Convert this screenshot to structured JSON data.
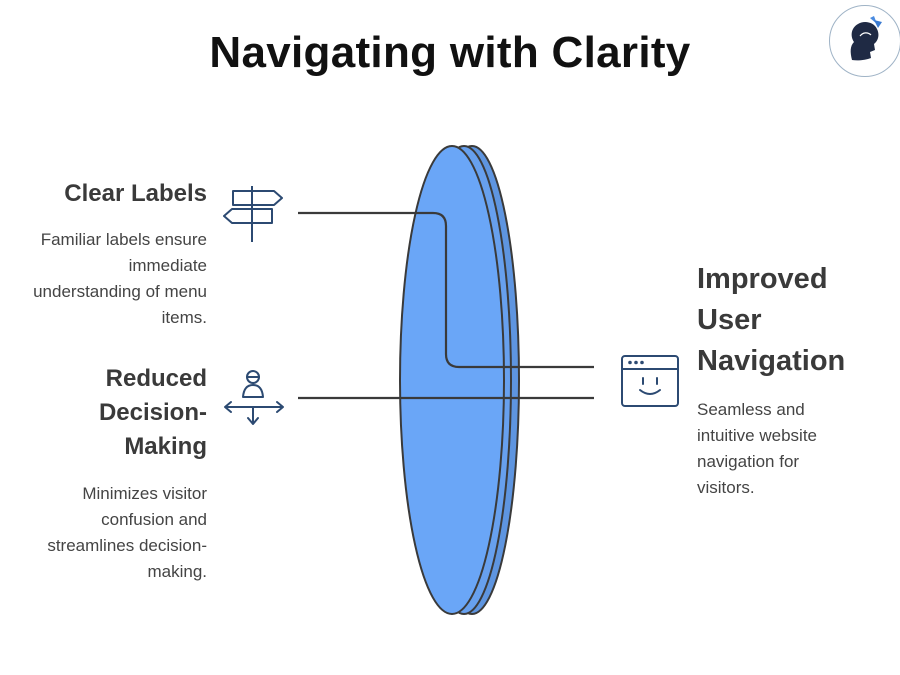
{
  "title": "Navigating with Clarity",
  "left_items": [
    {
      "heading": "Clear Labels",
      "description": "Familiar labels ensure immediate understanding of menu items.",
      "icon": "signpost-icon"
    },
    {
      "heading": "Reduced Decision-Making",
      "description": "Minimizes visitor confusion and streamlines decision-making.",
      "icon": "person-directions-icon"
    }
  ],
  "right_item": {
    "heading": "Improved User Navigation",
    "description": "Seamless and intuitive website navigation for visitors.",
    "icon": "browser-smile-icon"
  },
  "colors": {
    "lens": "#6aa6f7",
    "lens_edge": "#5e95e0",
    "outline": "#3a3a3a",
    "icon_stroke": "#2c4a72"
  }
}
